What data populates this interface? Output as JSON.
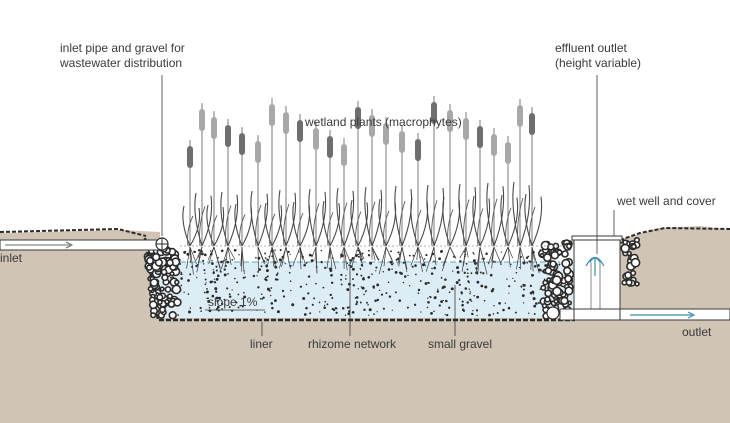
{
  "labels": {
    "inlet_pipe_line1": "inlet pipe and gravel for",
    "inlet_pipe_line2": "wastewater distribution",
    "effluent_line1": "effluent outlet",
    "effluent_line2": "(height variable)",
    "wetland_plants": "wetland plants (macrophytes)",
    "wet_well": "wet well and cover",
    "inlet": "inlet",
    "outlet": "outlet",
    "slope": "slope 1%",
    "liner": "liner",
    "rhizome": "rhizome network",
    "small_gravel": "small gravel"
  },
  "colors": {
    "soil": "#d0c4b4",
    "water": "#dcedf5",
    "water_line": "#5aa9c6",
    "gravel": "#2a2a2a",
    "plant_dark": "#6e6e6e",
    "plant_light": "#a8a8a8",
    "line": "#3a3a3a"
  },
  "icons": {
    "inlet_arrow": "arrow-right-icon",
    "outlet_arrow": "arrow-right-icon",
    "inlet_pipe_marker": "pipe-crosshair-icon"
  }
}
